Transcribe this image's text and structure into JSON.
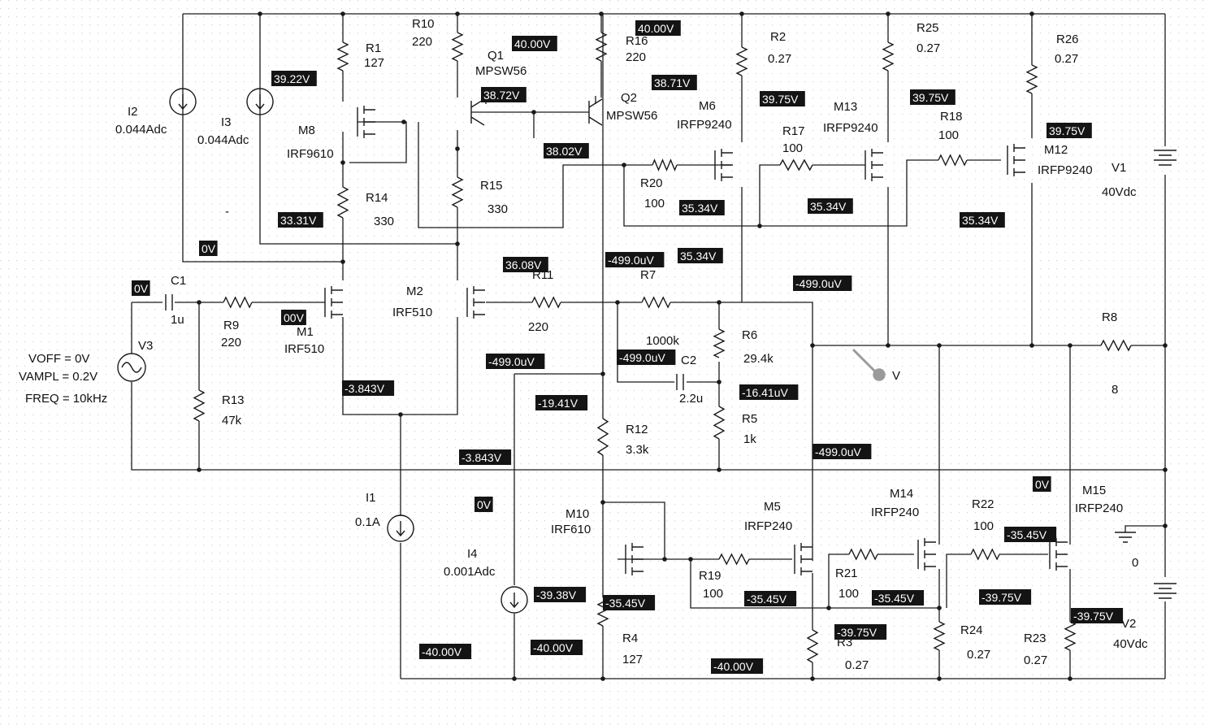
{
  "components": [
    {
      "id": "r1",
      "ref": "R1",
      "value": "127"
    },
    {
      "id": "r2",
      "ref": "R2",
      "value": "0.27"
    },
    {
      "id": "r3",
      "ref": "R3",
      "value": "0.27"
    },
    {
      "id": "r4",
      "ref": "R4",
      "value": "127"
    },
    {
      "id": "r5",
      "ref": "R5",
      "value": "1k"
    },
    {
      "id": "r6",
      "ref": "R6",
      "value": "29.4k"
    },
    {
      "id": "r7",
      "ref": "R7",
      "value": "1000k"
    },
    {
      "id": "r8",
      "ref": "R8",
      "value": "8"
    },
    {
      "id": "r9",
      "ref": "R9",
      "value": "220"
    },
    {
      "id": "r10",
      "ref": "R10",
      "value": "220"
    },
    {
      "id": "r11",
      "ref": "R11",
      "value": "220"
    },
    {
      "id": "r12",
      "ref": "R12",
      "value": "3.3k"
    },
    {
      "id": "r13",
      "ref": "R13",
      "value": "47k"
    },
    {
      "id": "r14",
      "ref": "R14",
      "value": "330"
    },
    {
      "id": "r15",
      "ref": "R15",
      "value": "330"
    },
    {
      "id": "r16",
      "ref": "R16",
      "value": "220"
    },
    {
      "id": "r17",
      "ref": "R17",
      "value": "100"
    },
    {
      "id": "r18",
      "ref": "R18",
      "value": "100"
    },
    {
      "id": "r19",
      "ref": "R19",
      "value": "100"
    },
    {
      "id": "r20",
      "ref": "R20",
      "value": "100"
    },
    {
      "id": "r21",
      "ref": "R21",
      "value": "100"
    },
    {
      "id": "r22",
      "ref": "R22",
      "value": "100"
    },
    {
      "id": "r23",
      "ref": "R23",
      "value": "0.27"
    },
    {
      "id": "r24",
      "ref": "R24",
      "value": "0.27"
    },
    {
      "id": "r25",
      "ref": "R25",
      "value": "0.27"
    },
    {
      "id": "r26",
      "ref": "R26",
      "value": "0.27"
    },
    {
      "id": "c1",
      "ref": "C1",
      "value": "1u"
    },
    {
      "id": "c2",
      "ref": "C2",
      "value": "2.2u"
    },
    {
      "id": "q1",
      "ref": "Q1",
      "value": "MPSW56"
    },
    {
      "id": "q2",
      "ref": "Q2",
      "value": "MPSW56"
    },
    {
      "id": "m1",
      "ref": "M1",
      "value": "IRF510"
    },
    {
      "id": "m2",
      "ref": "M2",
      "value": "IRF510"
    },
    {
      "id": "m5",
      "ref": "M5",
      "value": "IRFP240"
    },
    {
      "id": "m6",
      "ref": "M6",
      "value": "IRFP9240"
    },
    {
      "id": "m8",
      "ref": "M8",
      "value": "IRF9610"
    },
    {
      "id": "m10",
      "ref": "M10",
      "value": "IRF610"
    },
    {
      "id": "m12",
      "ref": "M12",
      "value": "IRFP9240"
    },
    {
      "id": "m13",
      "ref": "M13",
      "value": "IRFP9240"
    },
    {
      "id": "m14",
      "ref": "M14",
      "value": "IRFP240"
    },
    {
      "id": "m15",
      "ref": "M15",
      "value": "IRFP240"
    },
    {
      "id": "i1",
      "ref": "I1",
      "value": "0.1A"
    },
    {
      "id": "i2",
      "ref": "I2",
      "value": "0.044Adc"
    },
    {
      "id": "i3",
      "ref": "I3",
      "value": "0.044Adc"
    },
    {
      "id": "i4",
      "ref": "I4",
      "value": "0.001Adc"
    },
    {
      "id": "v1",
      "ref": "V1",
      "value": "40Vdc"
    },
    {
      "id": "v2",
      "ref": "V2",
      "value": "40Vdc"
    },
    {
      "id": "v3",
      "ref": "V3",
      "value": ""
    }
  ],
  "source_params": [
    "VOFF = 0V",
    "VAMPL = 0.2V",
    "FREQ = 10kHz"
  ],
  "ground_label": "0",
  "probe_marker": "V",
  "stray_marks": [
    "-"
  ],
  "voltage_probes": [
    "40.00V",
    "40.00V",
    "39.22V",
    "38.72V",
    "38.71V",
    "38.02V",
    "39.75V",
    "39.75V",
    "39.75V",
    "35.34V",
    "35.34V",
    "35.34V",
    "35.34V",
    "33.31V",
    "0V",
    "0V",
    "00V",
    "36.08V",
    "-499.0uV",
    "-499.0uV",
    "-499.0uV",
    "-499.0uV",
    "-499.0uV",
    "-3.843V",
    "-3.843V",
    "-19.41V",
    "-16.41uV",
    "0V",
    "0V",
    "-39.38V",
    "-35.45V",
    "-35.45V",
    "-35.45V",
    "-35.45V",
    "-39.75V",
    "-39.75V",
    "-39.75V",
    "-40.00V",
    "-40.00V",
    "-40.00V"
  ]
}
